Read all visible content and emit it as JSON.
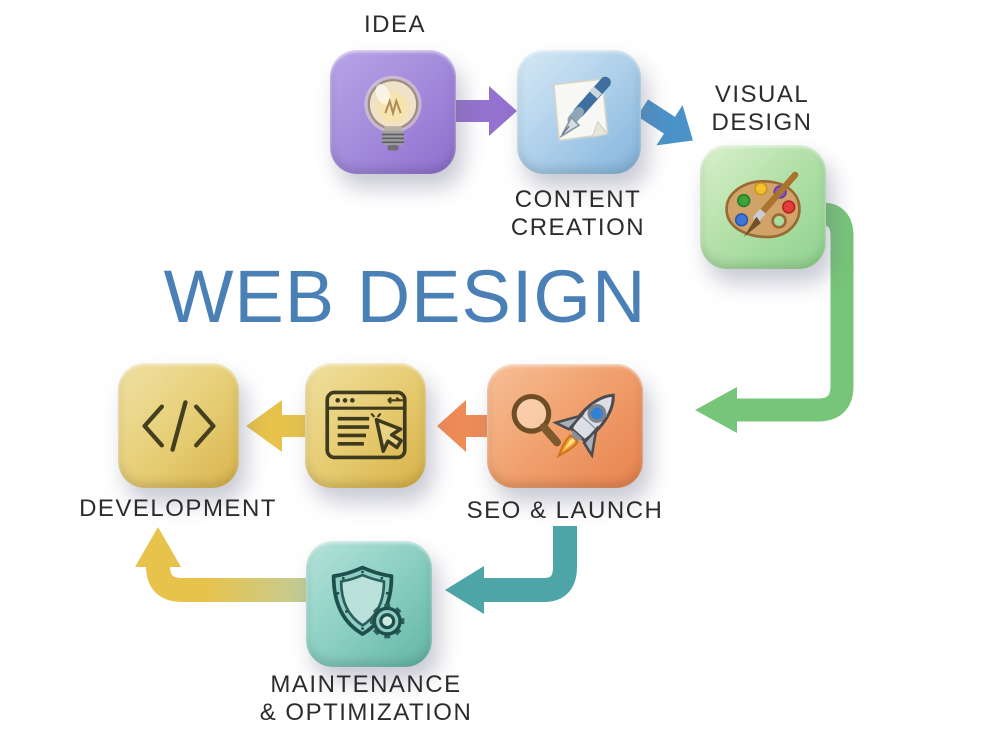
{
  "title": {
    "text": "WEB DESIGN",
    "color": "#4a80b6"
  },
  "nodes": [
    {
      "id": "idea",
      "label": "IDEA",
      "icon": "lightbulb-icon",
      "color": "#8d6fcd"
    },
    {
      "id": "content-creation",
      "label": "CONTENT\nCREATION",
      "icon": "pen-paper-icon",
      "color": "#82b3db"
    },
    {
      "id": "visual-design",
      "label": "VISUAL\nDESIGN",
      "icon": "paint-palette-icon",
      "color": "#8ed28f"
    },
    {
      "id": "development",
      "label": "DEVELOPMENT",
      "icon": "code-icon",
      "color": "#d9b44c"
    },
    {
      "id": "wireframe",
      "label": "",
      "icon": "browser-cursor-icon",
      "color": "#d8b248"
    },
    {
      "id": "seo-launch",
      "label": "SEO & LAUNCH",
      "icon": "search-rocket-icon",
      "color": "#e7824e"
    },
    {
      "id": "maintenance-optimization",
      "label": "MAINTENANCE\n& OPTIMIZATION",
      "icon": "shield-gear-icon",
      "color": "#62b5a6"
    }
  ],
  "arrows": [
    {
      "name": "idea-to-content-creation",
      "color": "#9472cf"
    },
    {
      "name": "content-creation-to-visual-design",
      "color": "#4b92c8"
    },
    {
      "name": "visual-design-to-seo-launch",
      "color": "#77c578"
    },
    {
      "name": "seo-launch-to-wireframe",
      "color": "#ee8b57"
    },
    {
      "name": "wireframe-to-development",
      "color": "#e7c34b"
    },
    {
      "name": "seo-launch-to-maintenance",
      "color": "#4da5a8"
    },
    {
      "name": "maintenance-to-development",
      "color": "#e7c34b"
    }
  ]
}
